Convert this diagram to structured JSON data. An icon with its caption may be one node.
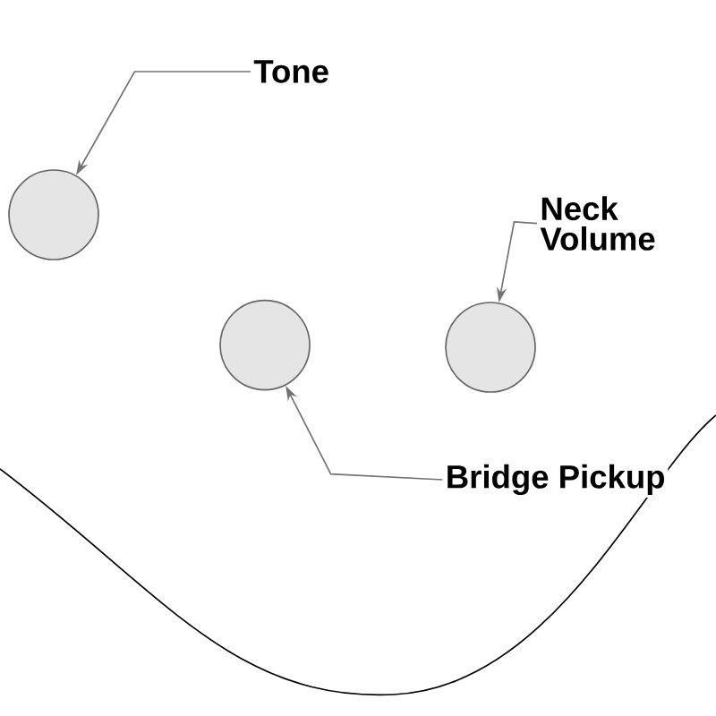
{
  "diagram": {
    "nodes": [
      {
        "text": [
          "Tone"
        ]
      },
      {
        "text": [
          "Neck Volume"
        ]
      },
      {
        "text": [
          "Bridge Pickup"
        ]
      },
      {
        "text": [],
        "shape": "circle"
      },
      {
        "text": [],
        "shape": "circle"
      },
      {
        "text": [],
        "shape": "circle"
      }
    ],
    "edges": [
      {
        "from": 0,
        "to": 3,
        "arrow": "to"
      },
      {
        "from": 1,
        "to": 5,
        "arrow": "to"
      },
      {
        "from": 2,
        "to": 4,
        "arrow": "to"
      }
    ]
  }
}
